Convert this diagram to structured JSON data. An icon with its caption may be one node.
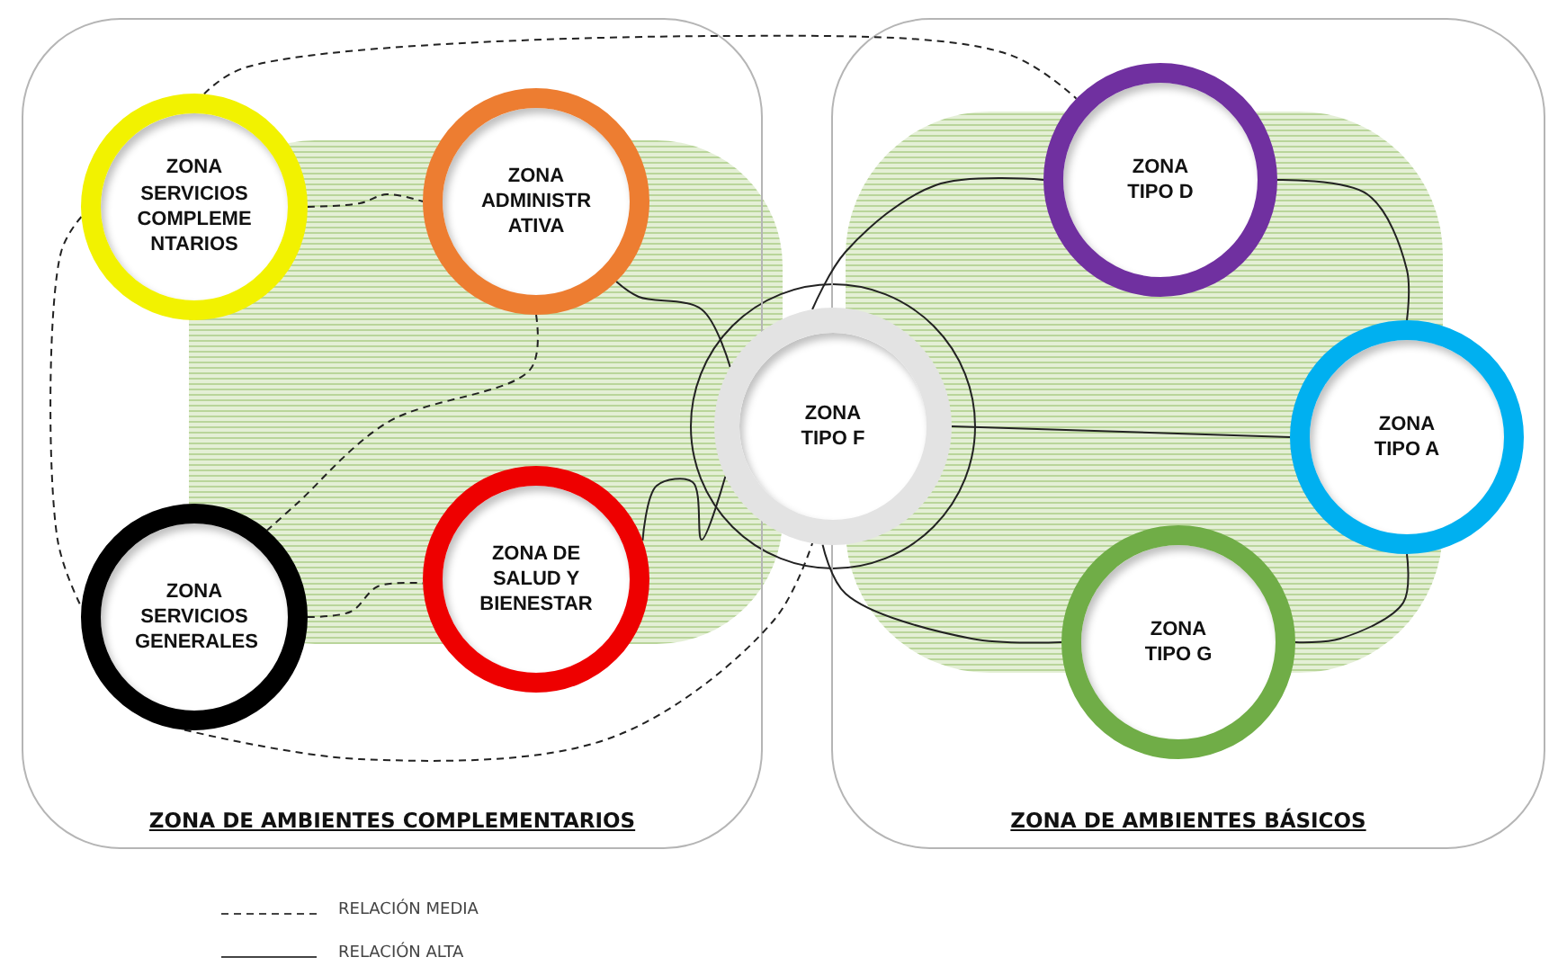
{
  "diagram": {
    "nodes": [
      {
        "text": [
          "ZONA DE AMBIENTES COMPLEMENTARIOS"
        ]
      },
      {
        "text": [
          "ZONA DE AMBIENTES BÁSICOS"
        ]
      },
      {
        "text": [
          "ZONA SERVICIOS COMPLEME NTARIOS"
        ],
        "in": 0
      },
      {
        "text": [
          "ZONA ADMINISTR ATIVA"
        ],
        "in": 0
      },
      {
        "text": [
          "ZONA SERVICIOS GENERALES"
        ],
        "in": 0
      },
      {
        "text": [
          "ZONA DE SALUD Y BIENESTAR"
        ],
        "in": 0
      },
      {
        "text": [
          "ZONA TIPO F"
        ]
      },
      {
        "text": [
          "ZONA TIPO D"
        ],
        "in": 1
      },
      {
        "text": [
          "ZONA TIPO A"
        ],
        "in": 1
      },
      {
        "text": [
          "ZONA TIPO G"
        ],
        "in": 1
      }
    ],
    "edges": [
      {
        "from": 2,
        "to": 7,
        "arrow": "none",
        "style": "dashed"
      },
      {
        "from": 2,
        "to": 3,
        "arrow": "none",
        "style": "dashed"
      },
      {
        "from": 2,
        "to": 4,
        "arrow": "none",
        "style": "dashed"
      },
      {
        "from": 3,
        "to": 4,
        "arrow": "none",
        "style": "dashed"
      },
      {
        "from": 4,
        "to": 5,
        "arrow": "none",
        "style": "dashed"
      },
      {
        "from": 4,
        "to": 6,
        "arrow": "none",
        "style": "dashed"
      },
      {
        "from": 3,
        "to": 6,
        "arrow": "none"
      },
      {
        "from": 5,
        "to": 6,
        "arrow": "none"
      },
      {
        "from": 6,
        "to": 7,
        "arrow": "none"
      },
      {
        "from": 6,
        "to": 8,
        "arrow": "none"
      },
      {
        "from": 6,
        "to": 9,
        "arrow": "none"
      },
      {
        "from": 7,
        "to": 8,
        "arrow": "none"
      },
      {
        "from": 8,
        "to": 9,
        "arrow": "none"
      }
    ],
    "legend": [
      {
        "text": "RELACIÓN MEDIA"
      },
      {
        "text": "RELACIÓN ALTA"
      }
    ]
  }
}
